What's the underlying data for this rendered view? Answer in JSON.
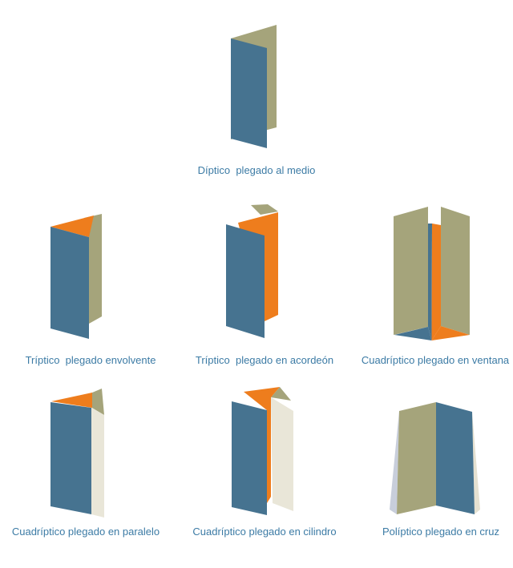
{
  "palette": {
    "blue": "#467390",
    "olive": "#a5a47b",
    "orange": "#ee7d1d",
    "cream": "#e9e6d8",
    "light_gray_blue": "#c8cedb",
    "cream_dark": "#e5e1d1",
    "label_text": "#3c7ba5",
    "background": "#ffffff"
  },
  "figures": [
    {
      "id": "diptico-medio",
      "label": "Díptico  plegado al medio"
    },
    {
      "id": "triptico-envolvente",
      "label": "Tríptico  plegado envolvente"
    },
    {
      "id": "triptico-acordeon",
      "label": "Tríptico  plegado en acordeón"
    },
    {
      "id": "cuadriptico-ventana",
      "label": "Cuadríptico plegado en ventana"
    },
    {
      "id": "cuadriptico-paralelo",
      "label": "Cuadríptico plegado en paralelo"
    },
    {
      "id": "cuadriptico-cilindro",
      "label": "Cuadríptico plegado en cilindro"
    },
    {
      "id": "poliptico-cruz",
      "label": "Políptico plegado en cruz"
    }
  ]
}
